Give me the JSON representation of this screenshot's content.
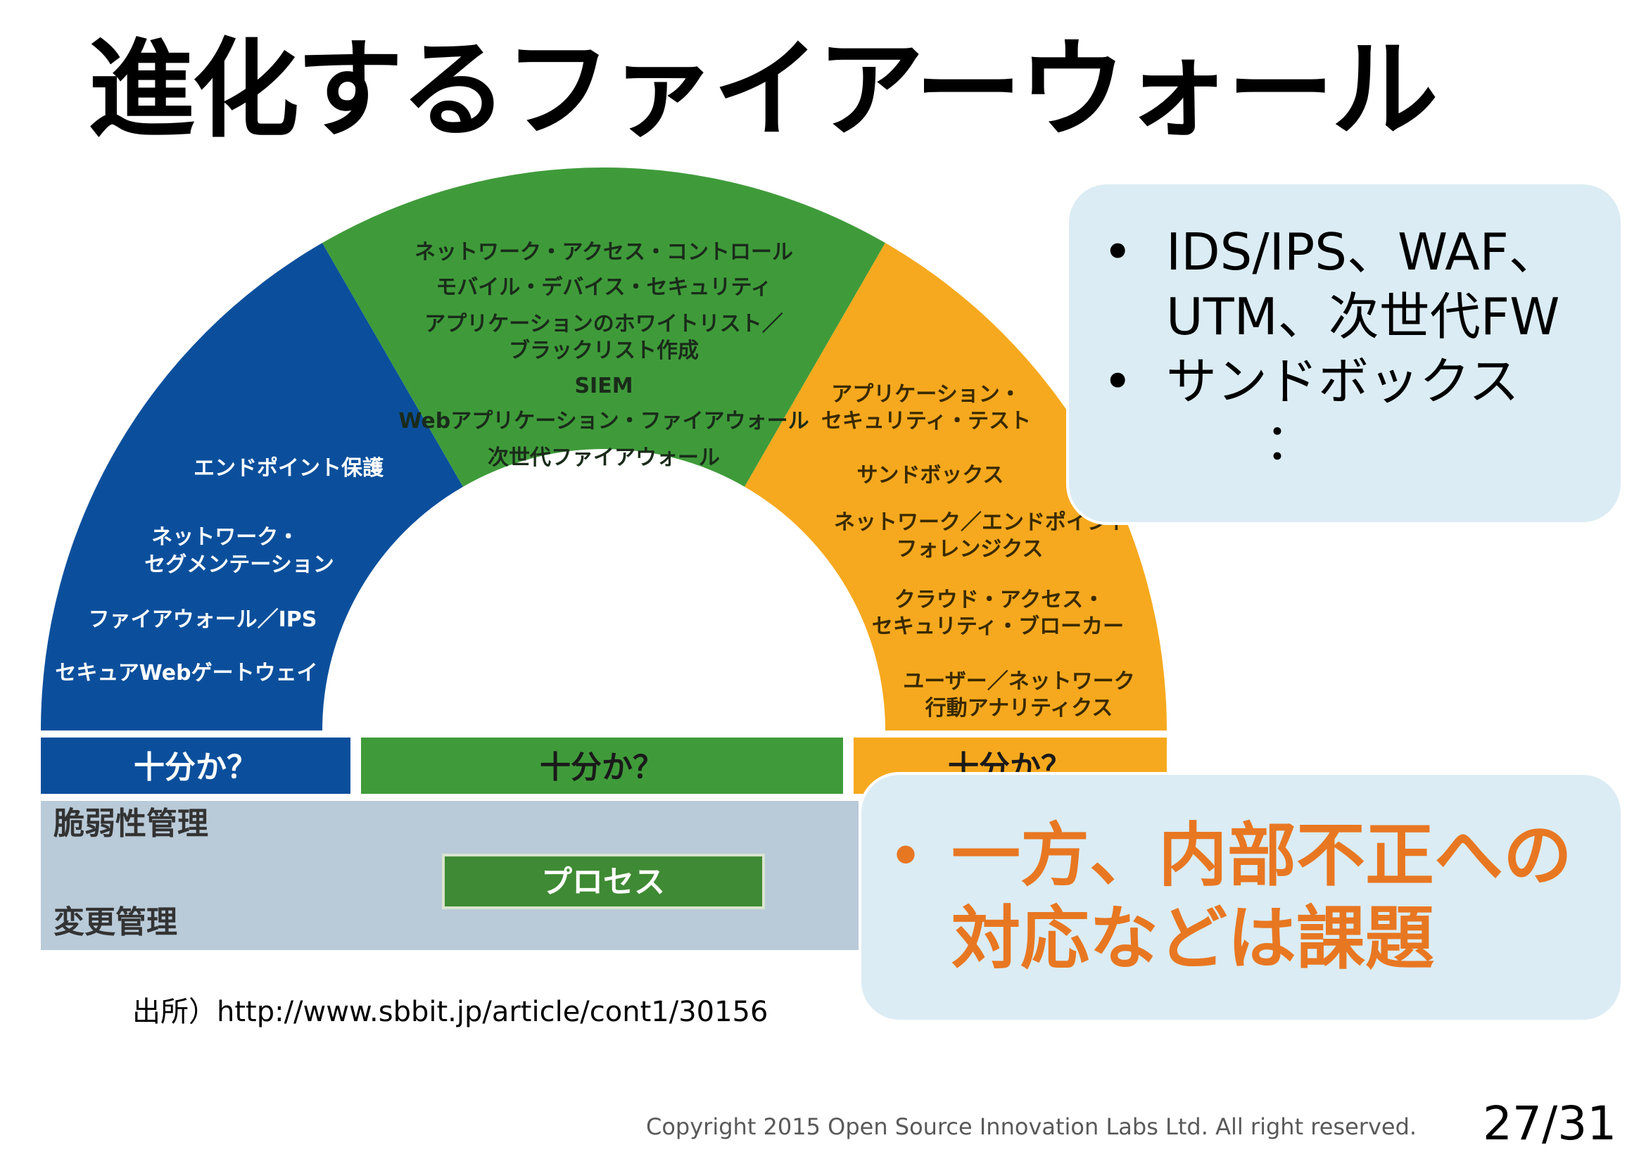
{
  "title": "進化するファイアーウォール",
  "diagram": {
    "segments": [
      {
        "id": "blue",
        "color": "#0b4f9c",
        "labels": [
          "エンドポイント保護",
          "ネットワーク・",
          "セグメンテーション",
          "ファイアウォール／IPS",
          "セキュアWebゲートウェイ"
        ]
      },
      {
        "id": "green",
        "color": "#3f9b3a",
        "labels": [
          "ネットワーク・アクセス・コントロール",
          "モバイル・デバイス・セキュリティ",
          "アプリケーションのホワイトリスト／",
          "ブラックリスト作成",
          "SIEM",
          "Webアプリケーション・ファイアウォール",
          "次世代ファイアウォール"
        ]
      },
      {
        "id": "orange",
        "color": "#f6a91e",
        "labels": [
          "アプリケーション・",
          "セキュリティ・テスト",
          "サンドボックス",
          "ネットワーク／エンドポイント",
          "フォレンジクス",
          "クラウド・アクセス・",
          "セキュリティ・ブローカー",
          "ユーザー／ネットワーク",
          "行動アナリティクス"
        ]
      }
    ],
    "sufficient_labels": [
      "十分か？",
      "十分か？",
      "十分か？"
    ],
    "lower": {
      "vulnerability_mgmt": "脆弱性管理",
      "change_mgmt": "変更管理",
      "process": "プロセス"
    }
  },
  "callout_top": {
    "items": [
      "IDS/IPS、WAF、UTM、次世代FW",
      "サンドボックス"
    ],
    "ellipsis": "："
  },
  "callout_bottom": {
    "lines": [
      "一方、内部不正への",
      "対応などは課題"
    ]
  },
  "bullet": "•",
  "source": "出所）http://www.sbbit.jp/article/cont1/30156",
  "copyright": "Copyright 2015 Open Source Innovation Labs Ltd. All right reserved.",
  "page": "27/31"
}
